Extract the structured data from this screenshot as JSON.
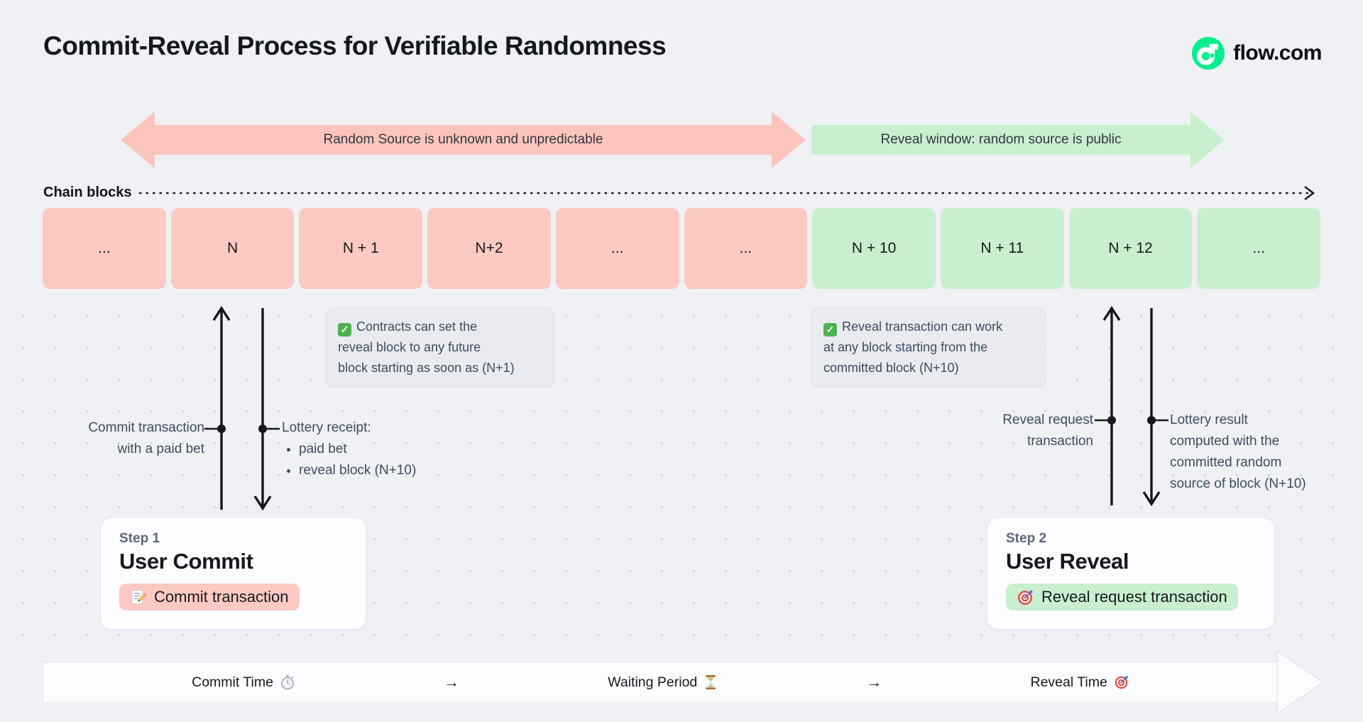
{
  "page": {
    "title": "Commit-Reveal Process for Verifiable Randomness",
    "brand": "flow.com"
  },
  "phases": {
    "commit": {
      "label": "Random Source is unknown and unpredictable",
      "color": "#fbc5bd"
    },
    "reveal": {
      "label": "Reveal window: random source is public",
      "color": "#c9efcf"
    }
  },
  "chain": {
    "label": "Chain blocks",
    "blocks": [
      {
        "label": "...",
        "phase": "commit"
      },
      {
        "label": "N",
        "phase": "commit"
      },
      {
        "label": "N + 1",
        "phase": "commit"
      },
      {
        "label": "N+2",
        "phase": "commit"
      },
      {
        "label": "...",
        "phase": "commit"
      },
      {
        "label": "...",
        "phase": "commit"
      },
      {
        "label": "N + 10",
        "phase": "reveal"
      },
      {
        "label": "N + 11",
        "phase": "reveal"
      },
      {
        "label": "N + 12",
        "phase": "reveal"
      },
      {
        "label": "...",
        "phase": "reveal"
      }
    ]
  },
  "notes": {
    "contracts": {
      "icon": "✅",
      "lines": [
        "Contracts can set the",
        "reveal block to any future",
        "block starting as soon as (N+1)"
      ]
    },
    "reveal": {
      "icon": "✅",
      "lines": [
        "Reveal transaction can work",
        "at any block starting from the",
        "committed block (N+10)"
      ]
    }
  },
  "annotations": {
    "commit_up": {
      "lines": [
        "Commit transaction",
        "with a paid bet"
      ]
    },
    "commit_down": {
      "title": "Lottery receipt:",
      "bullets": [
        "paid bet",
        "reveal block (N+10)"
      ]
    },
    "reveal_up": {
      "lines": [
        "Reveal request",
        "transaction"
      ]
    },
    "reveal_down": {
      "lines": [
        "Lottery result",
        "computed with the",
        "committed random",
        "source of block (N+10)"
      ]
    }
  },
  "steps": {
    "one": {
      "step": "Step 1",
      "title": "User Commit",
      "pill": "Commit transaction",
      "icon": "📝",
      "pill_color": "#fcc9c3"
    },
    "two": {
      "step": "Step 2",
      "title": "User Reveal",
      "pill": "Reveal request transaction",
      "icon": "🎯",
      "pill_color": "#c9efcf"
    }
  },
  "timeline": {
    "commit": {
      "label": "Commit Time",
      "icon": "⏱"
    },
    "arrow1": "→",
    "waiting": {
      "label": "Waiting Period",
      "icon": "⏳"
    },
    "arrow2": "→",
    "reveal": {
      "label": "Reveal Time",
      "icon": "🎯"
    }
  },
  "colors": {
    "background": "#eff1f5",
    "commit_phase": "#fbc5bd",
    "commit_block": "#fcc9c3",
    "reveal_green": "#c9efcf",
    "flow_green": "#00ef8b",
    "note_bg": "#e9ebf1",
    "ink": "#17191c",
    "slate": "#3e4c60"
  }
}
